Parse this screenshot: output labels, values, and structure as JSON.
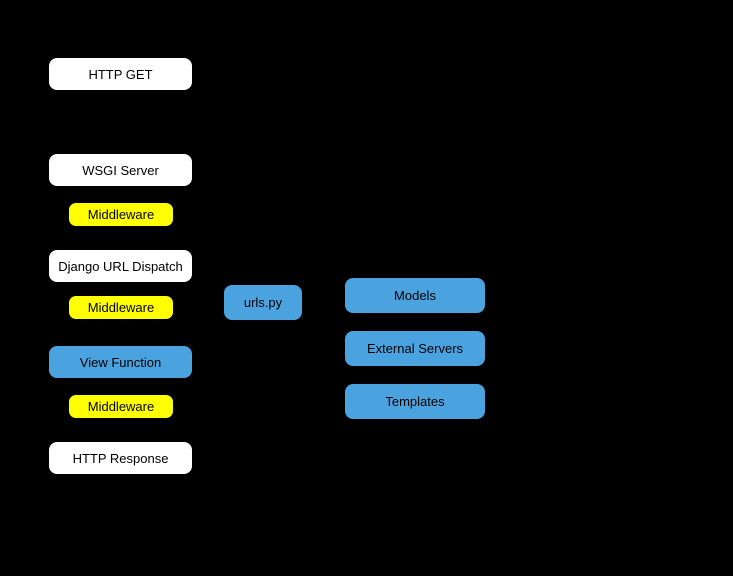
{
  "diagram": {
    "description": "Django request-response flow diagram on black background",
    "colors": {
      "background": "#000000",
      "node_white": "#ffffff",
      "node_yellow": "#ffff00",
      "node_blue": "#4aa2df",
      "text": "#000000"
    },
    "nodes": {
      "http_get": {
        "label": "HTTP GET",
        "type": "white"
      },
      "wsgi_server": {
        "label": "WSGI Server",
        "type": "white"
      },
      "middleware_1": {
        "label": "Middleware",
        "type": "yellow"
      },
      "url_dispatch": {
        "label": "Django URL Dispatch",
        "type": "white"
      },
      "middleware_2": {
        "label": "Middleware",
        "type": "yellow"
      },
      "view_function": {
        "label": "View Function",
        "type": "blue"
      },
      "middleware_3": {
        "label": "Middleware",
        "type": "yellow"
      },
      "http_response": {
        "label": "HTTP Response",
        "type": "white"
      },
      "urls_py": {
        "label": "urls.py",
        "type": "blue"
      },
      "models": {
        "label": "Models",
        "type": "blue"
      },
      "external_servers": {
        "label": "External Servers",
        "type": "blue"
      },
      "templates": {
        "label": "Templates",
        "type": "blue"
      }
    }
  }
}
